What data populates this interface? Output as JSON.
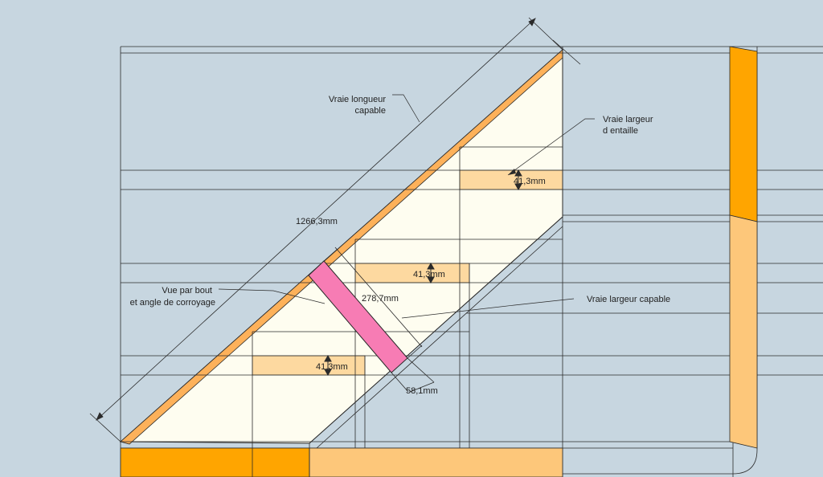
{
  "colors": {
    "background": "#c7d6e0",
    "panel": "#fefdf0",
    "notch": "#fdd9a0",
    "orange_dark": "#ffa500",
    "orange_light": "#fdc77a",
    "section": "#f77cb4",
    "line": "#2a2a2a"
  },
  "annotations": {
    "true_length_label_1": "Vraie longueur",
    "true_length_label_2": "capable",
    "notch_width_label_1": "Vraie largeur",
    "notch_width_label_2": "d entaille",
    "end_view_label_1": "Vue par bout",
    "end_view_label_2": "et angle de corroyage",
    "capable_width_label": "Vraie largeur capable"
  },
  "dimensions": {
    "true_length": "1266,3mm",
    "notch_depth_top": "41,3mm",
    "notch_depth_middle": "41,3mm",
    "notch_depth_bottom": "41,3mm",
    "section_width": "278,7mm",
    "section_thickness": "58,1mm"
  }
}
